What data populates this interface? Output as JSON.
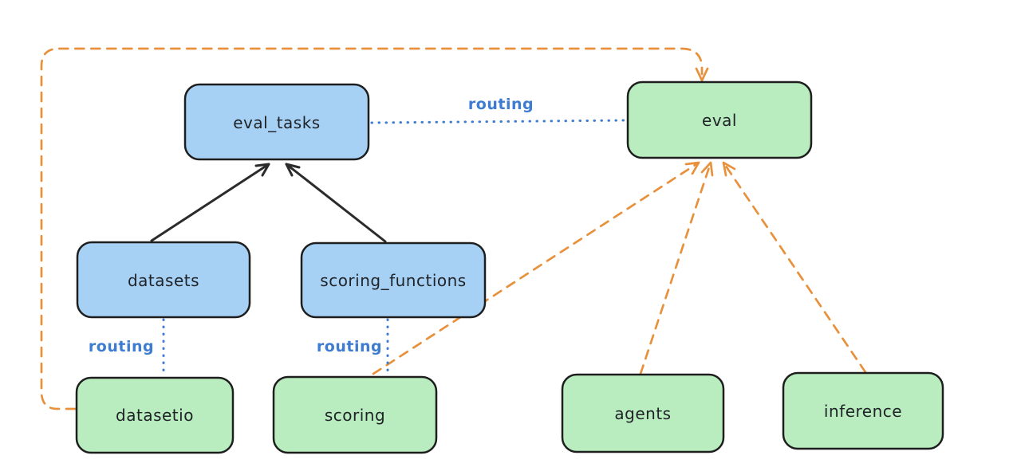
{
  "diagram": {
    "nodes": [
      {
        "id": "eval_tasks",
        "label": "eval_tasks",
        "fill_kind": "blue"
      },
      {
        "id": "eval",
        "label": "eval",
        "fill_kind": "green"
      },
      {
        "id": "datasets",
        "label": "datasets",
        "fill_kind": "blue"
      },
      {
        "id": "scoring_functions",
        "label": "scoring_functions",
        "fill_kind": "blue"
      },
      {
        "id": "datasetio",
        "label": "datasetio",
        "fill_kind": "green"
      },
      {
        "id": "scoring",
        "label": "scoring",
        "fill_kind": "green"
      },
      {
        "id": "agents",
        "label": "agents",
        "fill_kind": "green"
      },
      {
        "id": "inference",
        "label": "inference",
        "fill_kind": "green"
      }
    ],
    "edges": [
      {
        "from": "datasets",
        "to": "eval_tasks",
        "style": "solid-arrow",
        "color": "black",
        "label": ""
      },
      {
        "from": "scoring_functions",
        "to": "eval_tasks",
        "style": "solid-arrow",
        "color": "black",
        "label": ""
      },
      {
        "from": "eval_tasks",
        "to": "eval",
        "style": "dotted-line",
        "color": "blue",
        "label": "routing"
      },
      {
        "from": "datasets",
        "to": "datasetio",
        "style": "dotted-line",
        "color": "blue",
        "label": "routing"
      },
      {
        "from": "scoring_functions",
        "to": "scoring",
        "style": "dotted-line",
        "color": "blue",
        "label": "routing"
      },
      {
        "from": "datasetio",
        "to": "eval",
        "style": "dashed-arrow",
        "color": "orange",
        "label": ""
      },
      {
        "from": "scoring",
        "to": "eval",
        "style": "dashed-arrow",
        "color": "orange",
        "label": ""
      },
      {
        "from": "agents",
        "to": "eval",
        "style": "dashed-arrow",
        "color": "orange",
        "label": ""
      },
      {
        "from": "inference",
        "to": "eval",
        "style": "dashed-arrow",
        "color": "orange",
        "label": ""
      }
    ],
    "colors": {
      "background": "#ffffff",
      "node_stroke": "#1e1e1e",
      "node_fill_blue": "#a6d1f4",
      "node_fill_green": "#b9ecbe",
      "arrow_black": "#2b2b2b",
      "arrow_orange": "#e8913c",
      "routing_blue": "#3d7cd0"
    }
  }
}
